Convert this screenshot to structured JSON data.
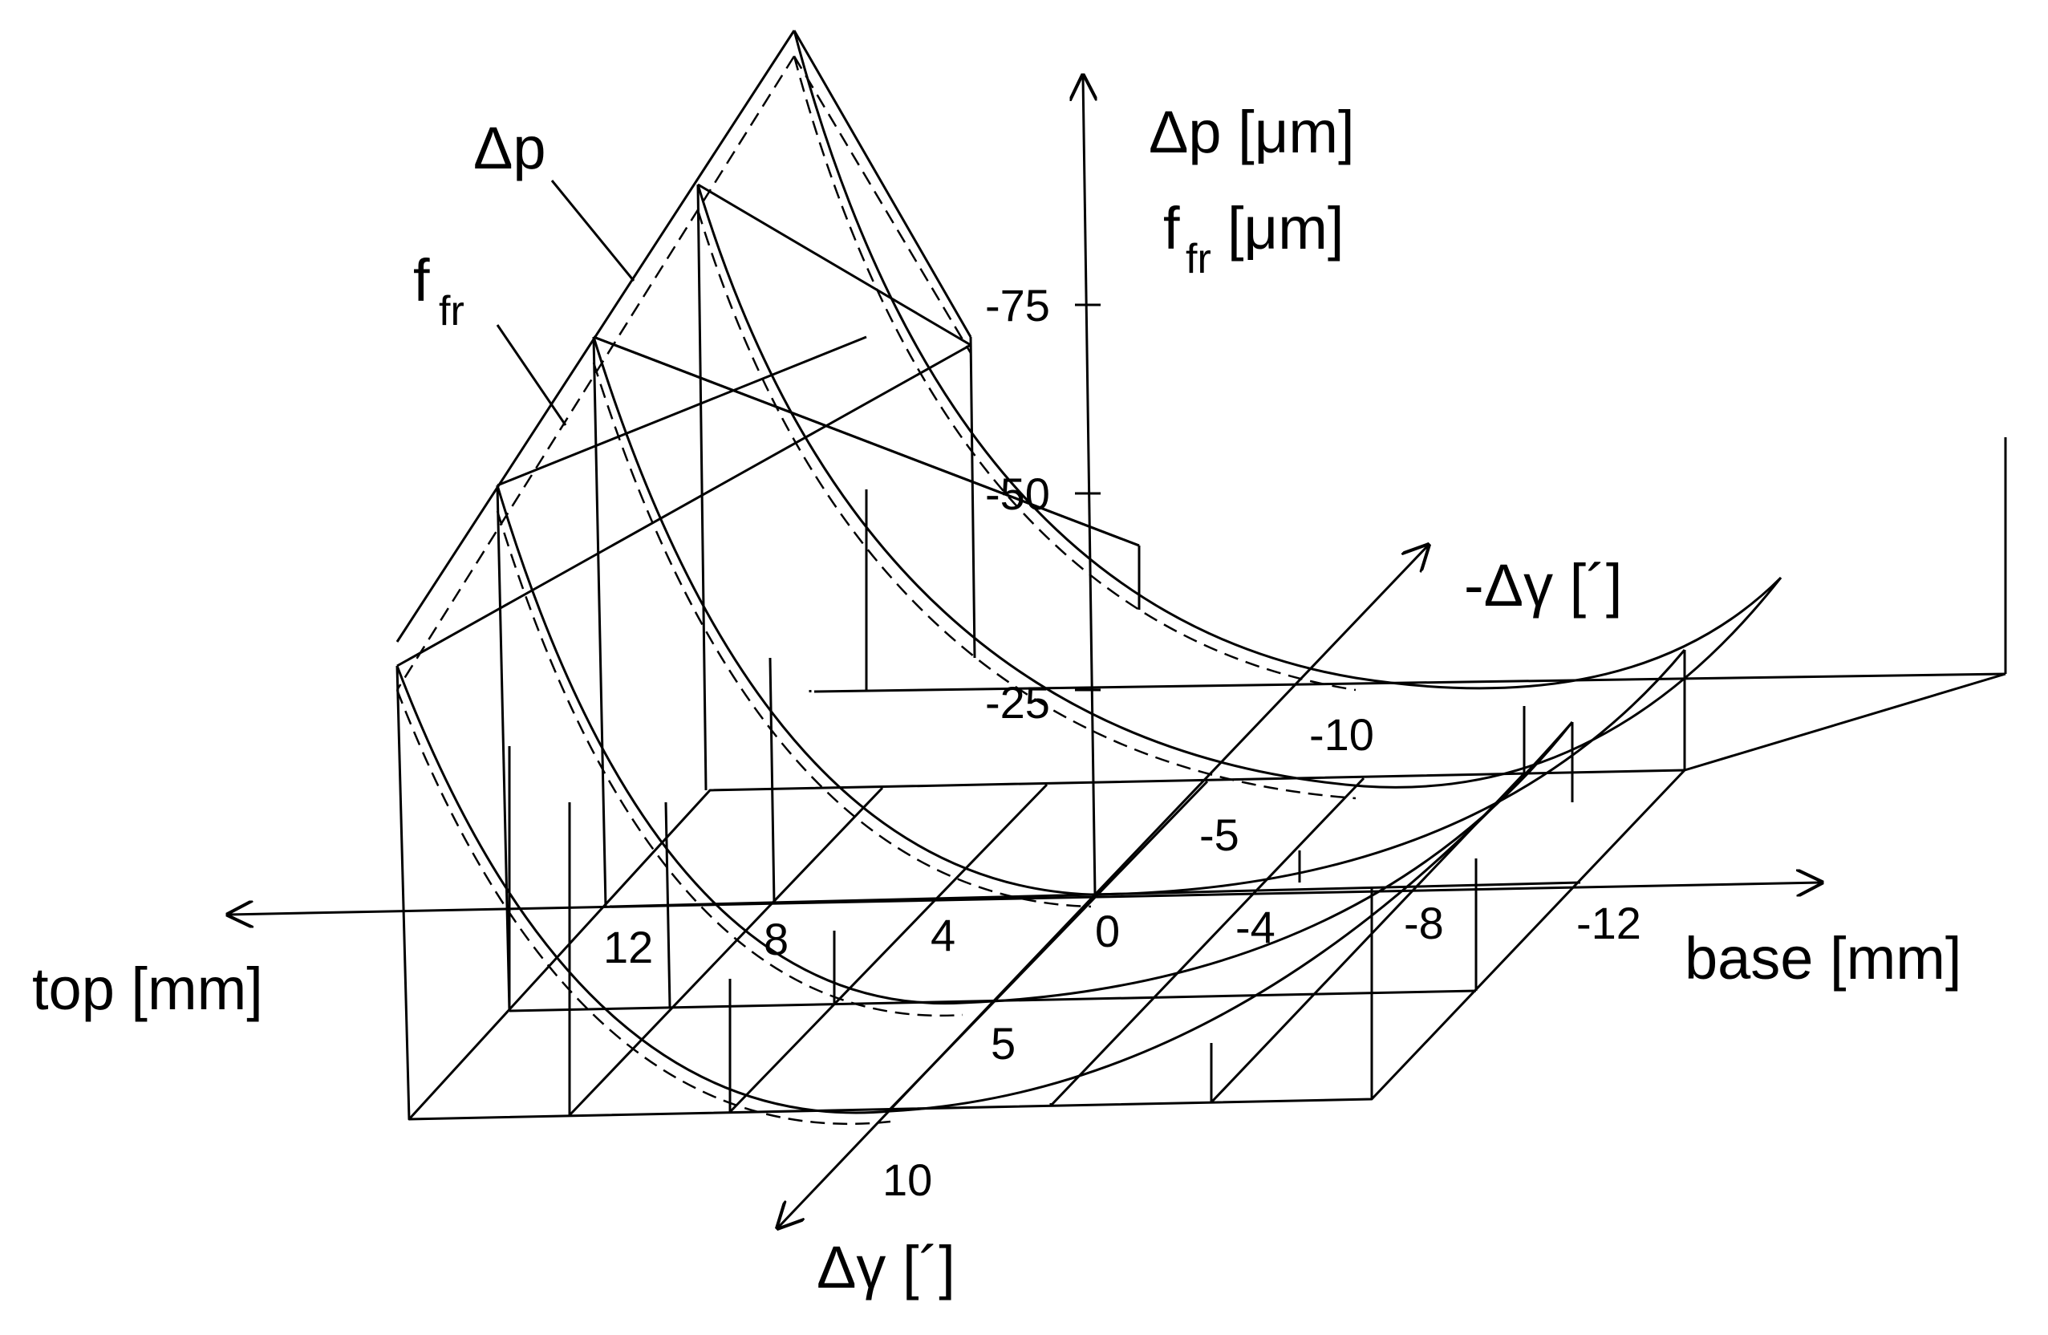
{
  "labels": {
    "dp_curve": "Δp",
    "ffr_main": "f",
    "ffr_sub": "fr",
    "axis_v_line1": "Δp [μm]",
    "axis_v_line2_main": "f",
    "axis_v_line2_sub": "fr",
    "axis_v_line2_rest": " [μm]",
    "axis_top": "top [mm]",
    "axis_base": "base [mm]",
    "axis_gamma_back": "-Δγ [´]",
    "axis_gamma_front": "Δγ [´]"
  },
  "ticks": {
    "vertical": [
      "-75",
      "-50",
      "-25"
    ],
    "horizontal": [
      "12",
      "8",
      "4",
      "0",
      "-4",
      "-8",
      "-12"
    ],
    "gamma": [
      "-10",
      "-5",
      "5",
      "10"
    ]
  },
  "colors": {
    "line": "#000000",
    "background": "#ffffff"
  }
}
